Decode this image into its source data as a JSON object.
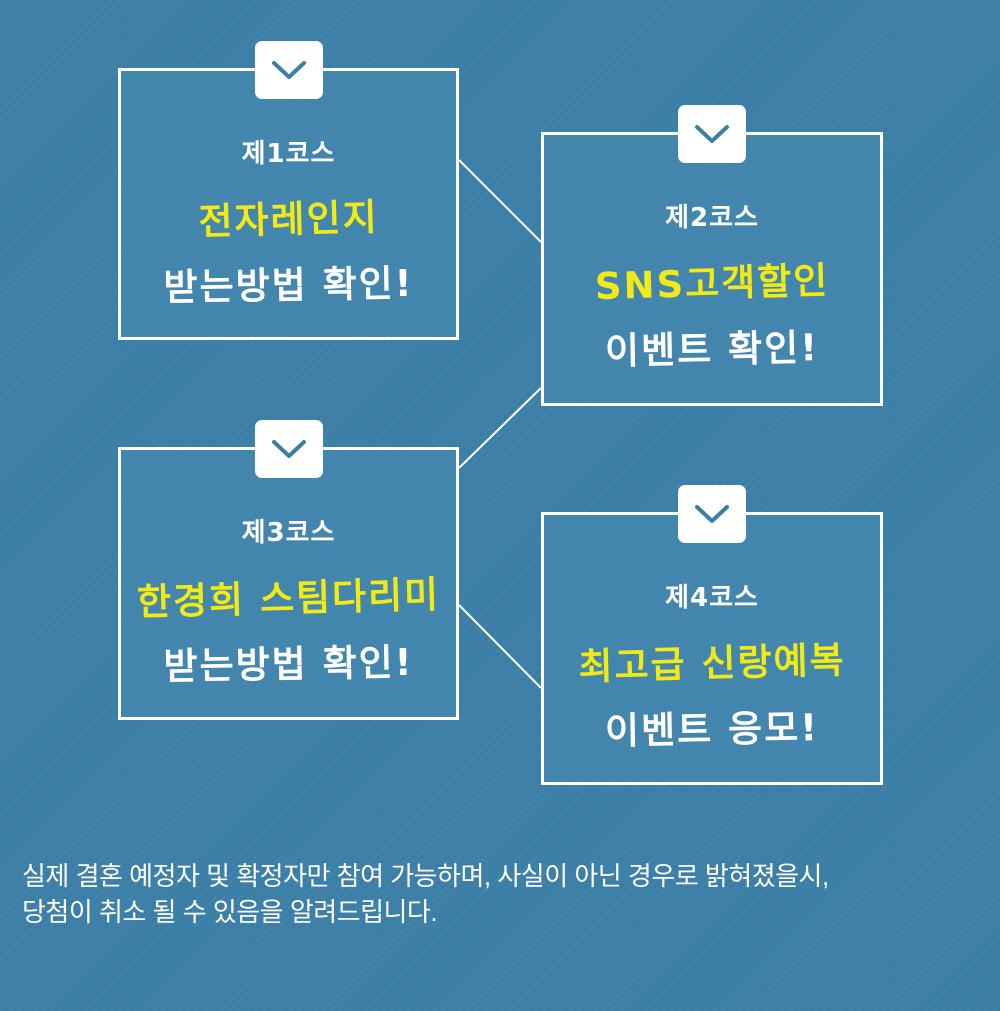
{
  "colors": {
    "background": "#3b7ea6",
    "highlight": "#f2ea16",
    "border": "#ffffff",
    "check_icon": "#3b7ea6"
  },
  "courses": [
    {
      "course": "제1코스",
      "highlight": "전자레인지",
      "sub": "받는방법 확인!",
      "icon": "check-icon"
    },
    {
      "course": "제2코스",
      "highlight": "SNS고객할인",
      "sub": "이벤트 확인!",
      "icon": "check-icon"
    },
    {
      "course": "제3코스",
      "highlight": "한경희 스팀다리미",
      "sub": "받는방법 확인!",
      "icon": "check-icon"
    },
    {
      "course": "제4코스",
      "highlight": "최고급 신랑예복",
      "sub": "이벤트 응모!",
      "icon": "check-icon"
    }
  ],
  "notice": {
    "line1": "실제 결혼 예정자 및 확정자만 참여 가능하며, 사실이 아닌 경우로 밝혀졌을시,",
    "line2": "당첨이 취소 될 수 있음을 알려드립니다."
  }
}
